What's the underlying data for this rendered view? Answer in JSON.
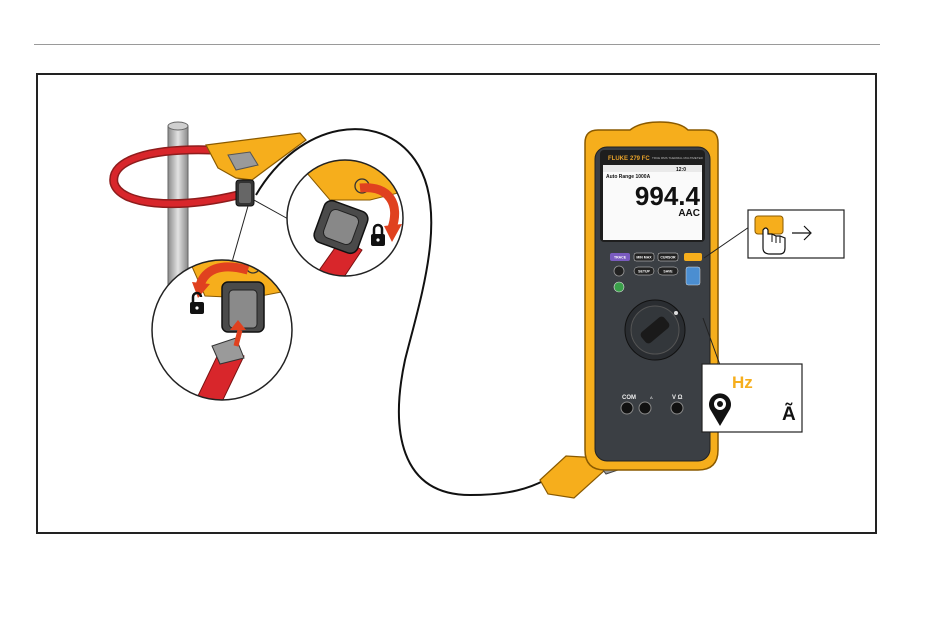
{
  "meter": {
    "brand": "FLUKE",
    "model": "279 FC",
    "model_subtitle": "TRUE RMS THERMAL MULTIMETER",
    "status_text": "12:0",
    "range_text": "Auto Range 1000A",
    "reading": "994.4",
    "unit": "AAC",
    "buttons": [
      "TRACE",
      "MIN MAX",
      "CURSOR",
      "SETUP",
      "SAVE"
    ],
    "jack_labels": [
      "COM",
      "A",
      "V Ω"
    ]
  },
  "callout": {
    "function_label": "Hz",
    "mode_symbol": "Ã"
  },
  "colors": {
    "accent_yellow": "#f6ae1c",
    "probe_red": "#d8262b",
    "arrow_red": "#e0411f",
    "meter_dark": "#3b3f44"
  }
}
